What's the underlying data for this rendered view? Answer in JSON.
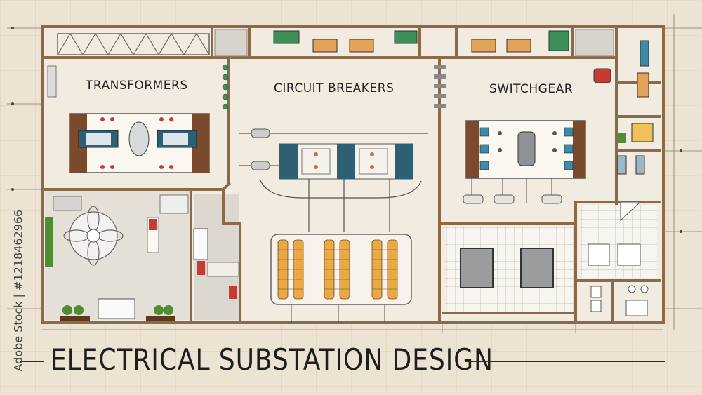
{
  "title": "ELECTRICAL SUBSTATION DESIGN",
  "rooms": {
    "transformers": "TRANSFORMERS",
    "circuit_breakers": "CIRCUIT BREAKERS",
    "switchgear": "SWITCHGEAR"
  },
  "watermark": "Adobe Stock | #1218462966",
  "colors": {
    "wall": "#8b6a4a",
    "floor": "#f1ebe0",
    "hall_floor": "#e6e1d8",
    "wood": "#7a4a2e",
    "panel_blue": "#2f5f73",
    "battery": "#e8a946",
    "plant": "#4f8c33",
    "alarm_red": "#c83a2f"
  }
}
